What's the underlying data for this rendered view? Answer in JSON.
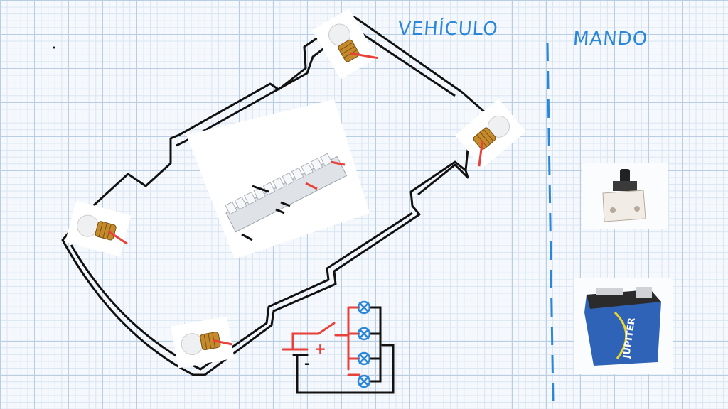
{
  "sections": {
    "vehicle_label": "VEHÍCULO",
    "remote_label": "MANDO"
  },
  "circuit": {
    "plus_sign": "+",
    "minus_sign": "-"
  },
  "battery": {
    "brand": "JUPITER"
  },
  "colors": {
    "ink_black": "#111111",
    "ink_blue": "#2a86d8",
    "ink_red": "#e8413a",
    "grid": "#b9cde3"
  }
}
